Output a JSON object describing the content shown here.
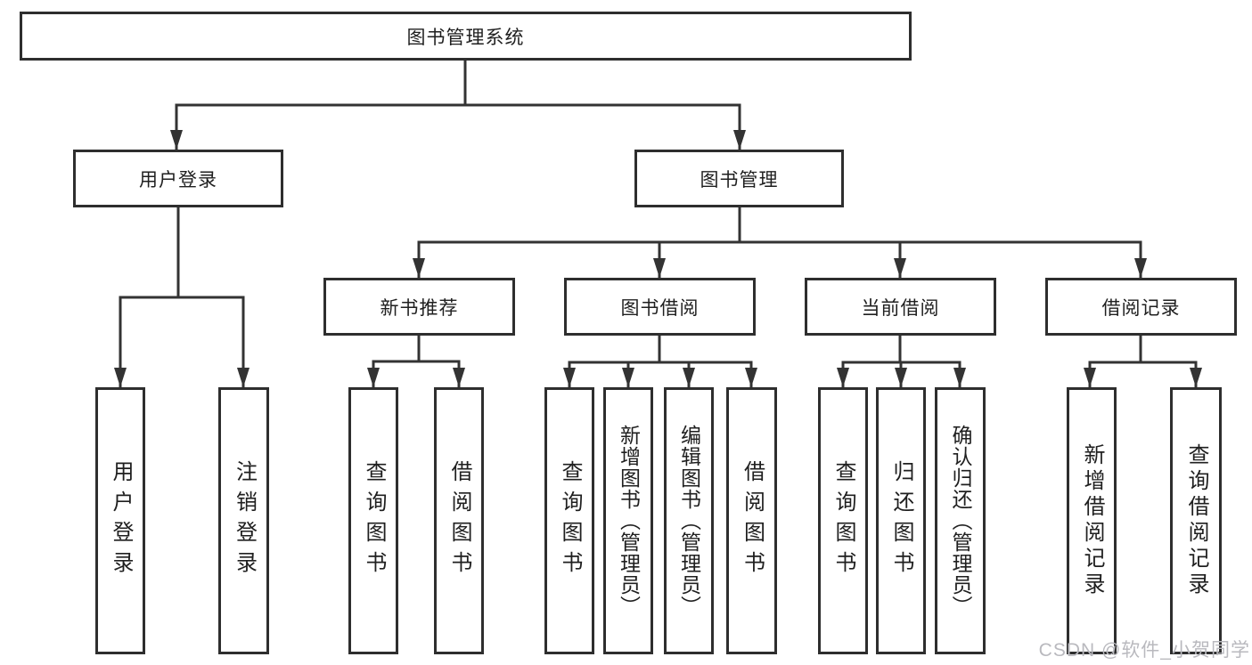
{
  "diagram": {
    "title": "图书管理系统",
    "watermark": "CSDN @软件_小贺同学",
    "colors": {
      "line": "#333333",
      "border": "#2e2e2e",
      "text": "#1f1f1f",
      "watermark": "#b9b9be",
      "background": "#ffffff"
    },
    "nodes": {
      "root": "图书管理系统",
      "user_login": "用户登录",
      "book_mgmt": "图书管理",
      "new_books": "新书推荐",
      "book_borrow": "图书借阅",
      "current_borrow": "当前借阅",
      "borrow_records": "借阅记录",
      "leaf_user_login": "用户登录",
      "leaf_logout": "注销登录",
      "nb_query_books": "查询图书",
      "nb_borrow_books": "借阅图书",
      "bb_query_books": "查询图书",
      "bb_add_books": "新增图书（管理员）",
      "bb_edit_books": "编辑图书（管理员）",
      "bb_borrow_books": "借阅图书",
      "cb_query_books": "查询图书",
      "cb_return_books": "归还图书",
      "cb_confirm_return": "确认归还（管理员）",
      "br_add_record": "新增借阅记录",
      "br_query_record": "查询借阅记录"
    }
  }
}
